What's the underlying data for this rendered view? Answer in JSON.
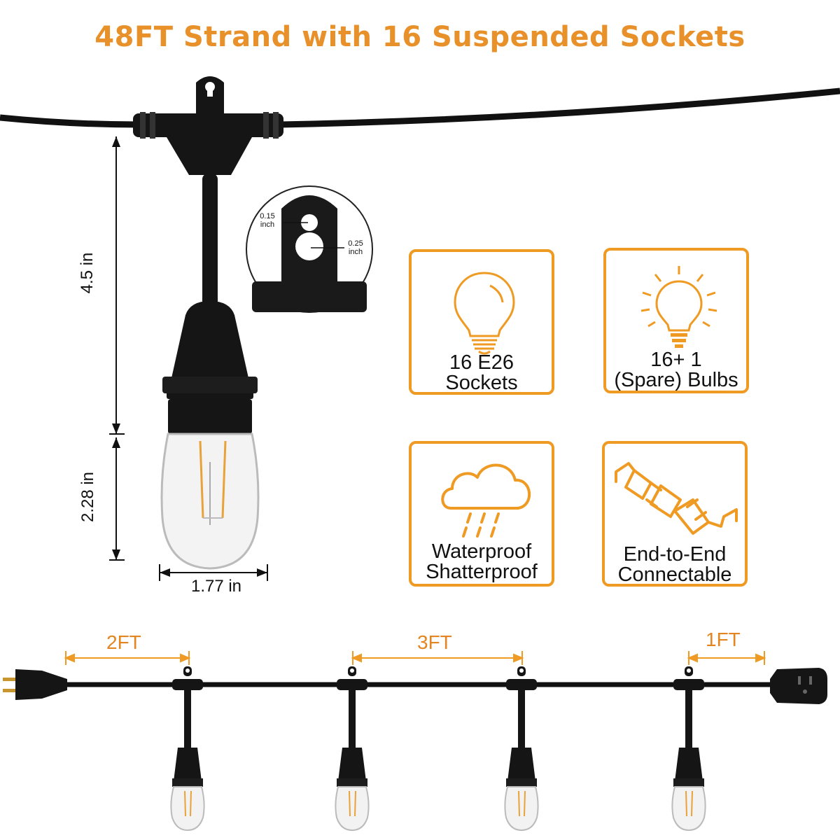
{
  "title": "48FT Strand with 16 Suspended Sockets",
  "dimensions": {
    "height_top": "4.5 in",
    "height_bulb": "2.28 in",
    "width_bulb": "1.77 in",
    "hole_small": {
      "line1": "0.15",
      "line2": "inch"
    },
    "hole_large": {
      "line1": "0.25",
      "line2": "inch"
    }
  },
  "features": [
    {
      "icon": "light-bulb-icon",
      "line1": "16 E26",
      "line2": "Sockets"
    },
    {
      "icon": "glowing-bulb-icon",
      "line1": "16+ 1",
      "line2": "(Spare) Bulbs"
    },
    {
      "icon": "rain-cloud-icon",
      "line1": "Waterproof",
      "line2": "Shatterproof"
    },
    {
      "icon": "plug-connector-icon",
      "line1": "End-to-End",
      "line2": "Connectable"
    }
  ],
  "spacing": {
    "first": "2FT",
    "between": "3FT",
    "last": "1FT"
  },
  "colors": {
    "accent": "#ef9a22",
    "cable": "#111111"
  }
}
